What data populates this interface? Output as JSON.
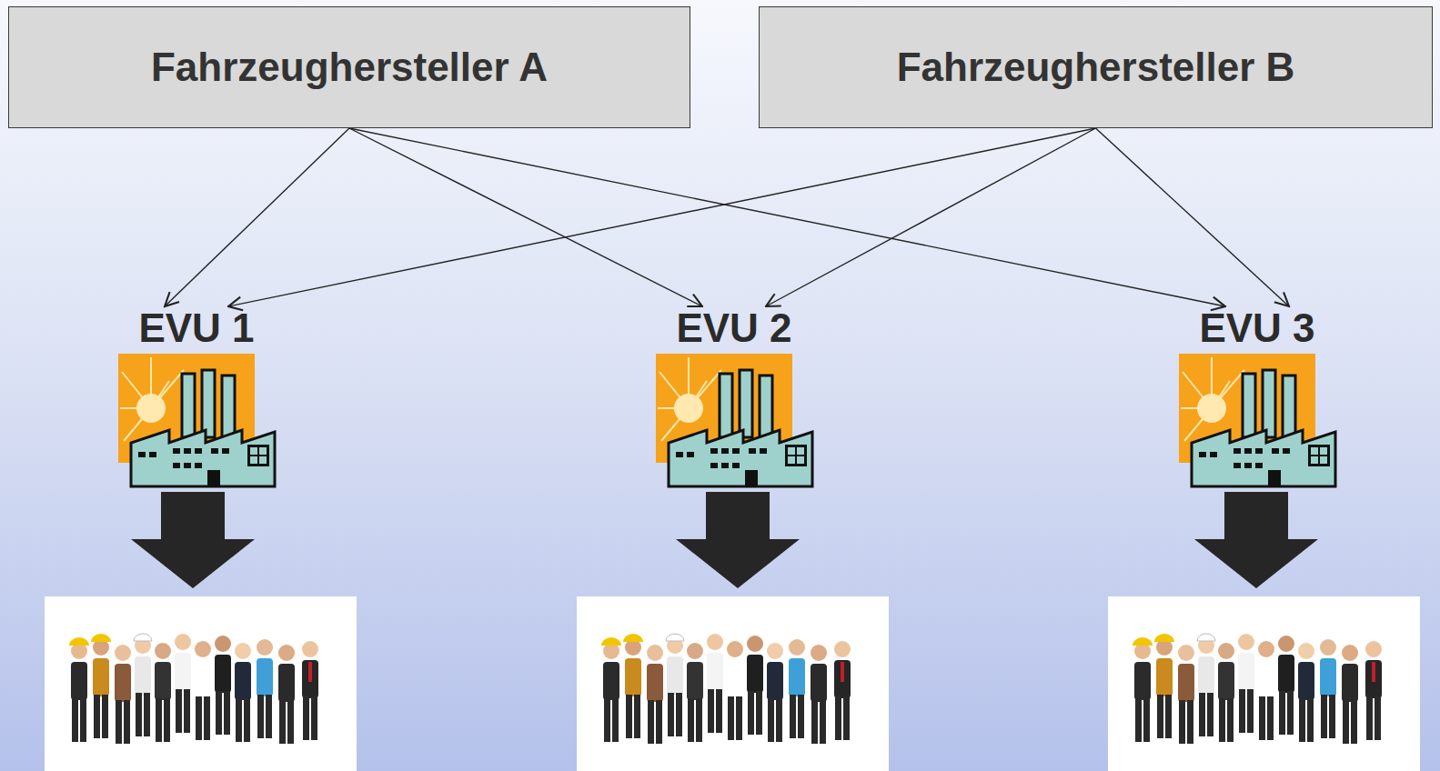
{
  "diagram": {
    "nodes": [
      {
        "text": [
          "Fahrzeughersteller A"
        ]
      },
      {
        "text": [
          "Fahrzeughersteller B"
        ]
      },
      {
        "text": [
          "EVU 1"
        ]
      },
      {
        "text": [
          "EVU 2"
        ]
      },
      {
        "text": [
          "EVU 3"
        ]
      }
    ],
    "edges": [
      {
        "from": 0,
        "to": 2,
        "arrow": "to"
      },
      {
        "from": 0,
        "to": 3,
        "arrow": "to"
      },
      {
        "from": 0,
        "to": 4,
        "arrow": "to"
      },
      {
        "from": 1,
        "to": 2,
        "arrow": "to"
      },
      {
        "from": 1,
        "to": 3,
        "arrow": "to"
      },
      {
        "from": 1,
        "to": 4,
        "arrow": "to"
      }
    ]
  }
}
